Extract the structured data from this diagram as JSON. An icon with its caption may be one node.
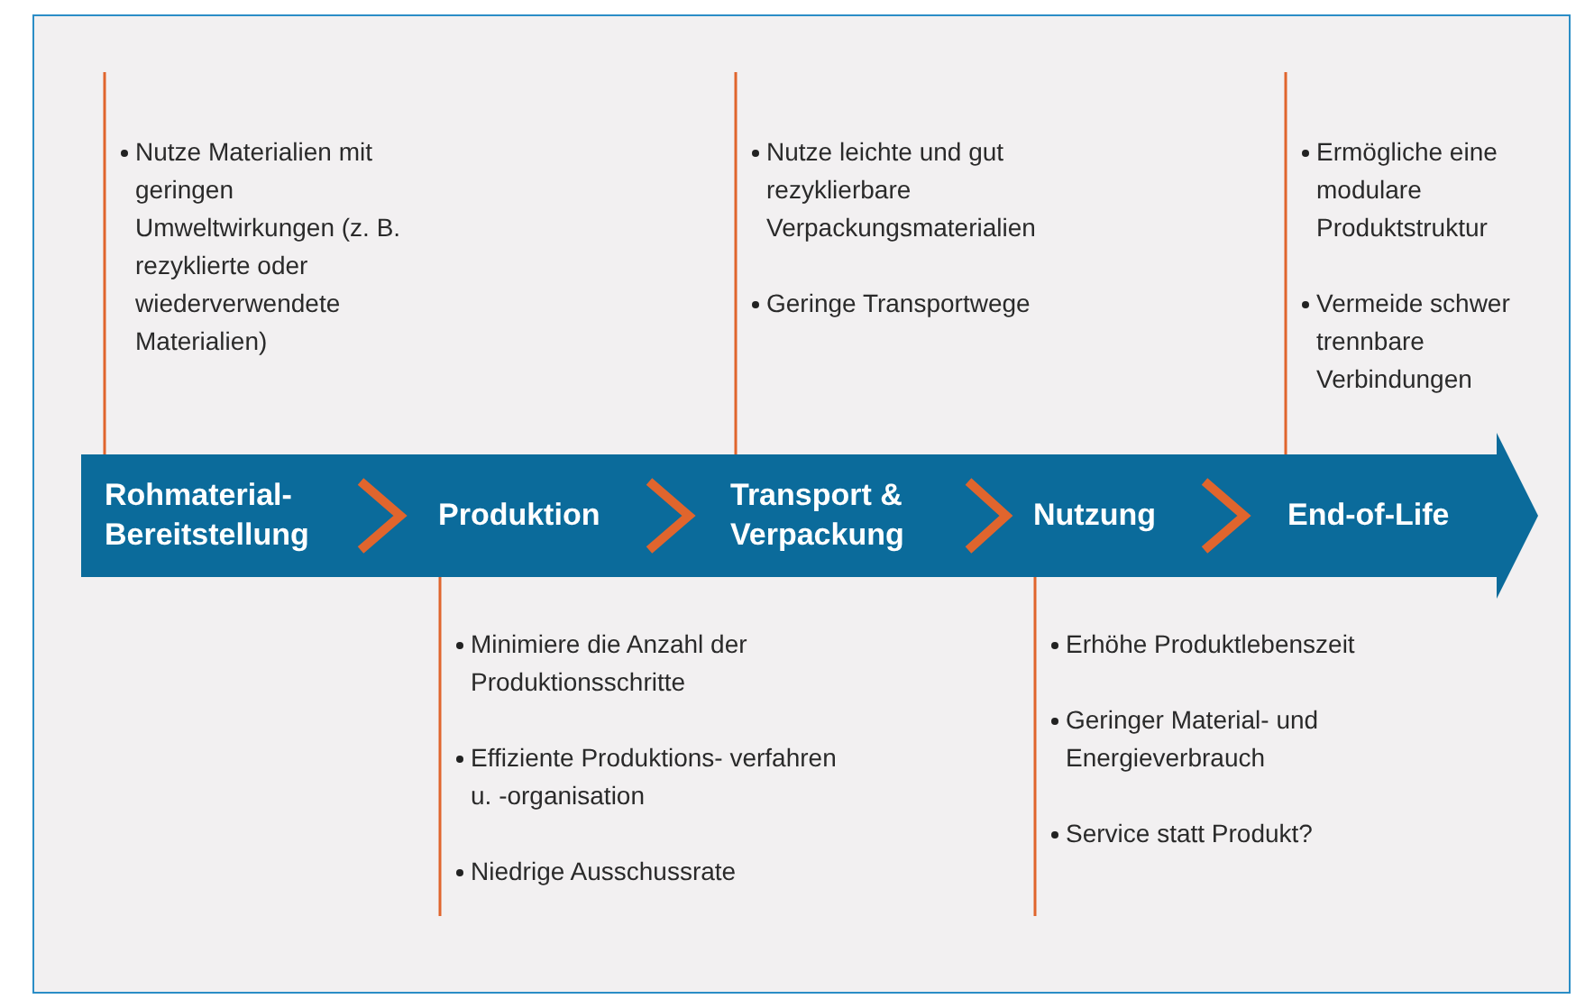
{
  "diagram": {
    "nodes": [
      {
        "text": [],
        "shape": "arrow"
      },
      {
        "text": [
          "Rohmaterial- Bereitstellung"
        ],
        "in": 0
      },
      {
        "text": [
          "Produktion"
        ],
        "in": 0
      },
      {
        "text": [
          "Transport & Verpackung"
        ],
        "in": 0
      },
      {
        "text": [
          "Nutzung"
        ],
        "in": 0
      },
      {
        "text": [
          "End-of-Life"
        ],
        "in": 0
      },
      {
        "text": [
          "Nutze Materialien mit geringen Umweltwirkungen (z. B. rezyklierte oder wiederverwendete Materialien)"
        ]
      },
      {
        "text": [
          "Minimiere die Anzahl der Produktionsschritte",
          "Effiziente Produktions- verfahren u. -organisation",
          "Niedrige Ausschussrate"
        ]
      },
      {
        "text": [
          "Nutze leichte und gut rezyklierbare Verpackungsmaterialien",
          "Geringe Transportwege"
        ]
      },
      {
        "text": [
          "Erhöhe Produktlebenszeit",
          "Geringer Material- und Energieverbrauch",
          "Service statt Produkt?"
        ]
      },
      {
        "text": [
          "Ermögliche eine modulare Produktstruktur",
          "Vermeide schwer trennbare Verbindungen"
        ]
      }
    ],
    "edges": [
      {
        "from": 1,
        "to": 2,
        "arrow": "to",
        "style": "thick"
      },
      {
        "from": 2,
        "to": 3,
        "arrow": "to",
        "style": "thick"
      },
      {
        "from": 3,
        "to": 4,
        "arrow": "to",
        "style": "thick"
      },
      {
        "from": 4,
        "to": 5,
        "arrow": "to",
        "style": "thick"
      },
      {
        "from": 1,
        "to": 6,
        "arrow": "none"
      },
      {
        "from": 2,
        "to": 7,
        "arrow": "none"
      },
      {
        "from": 3,
        "to": 8,
        "arrow": "none"
      },
      {
        "from": 4,
        "to": 9,
        "arrow": "none"
      },
      {
        "from": 5,
        "to": 10,
        "arrow": "none"
      }
    ]
  }
}
